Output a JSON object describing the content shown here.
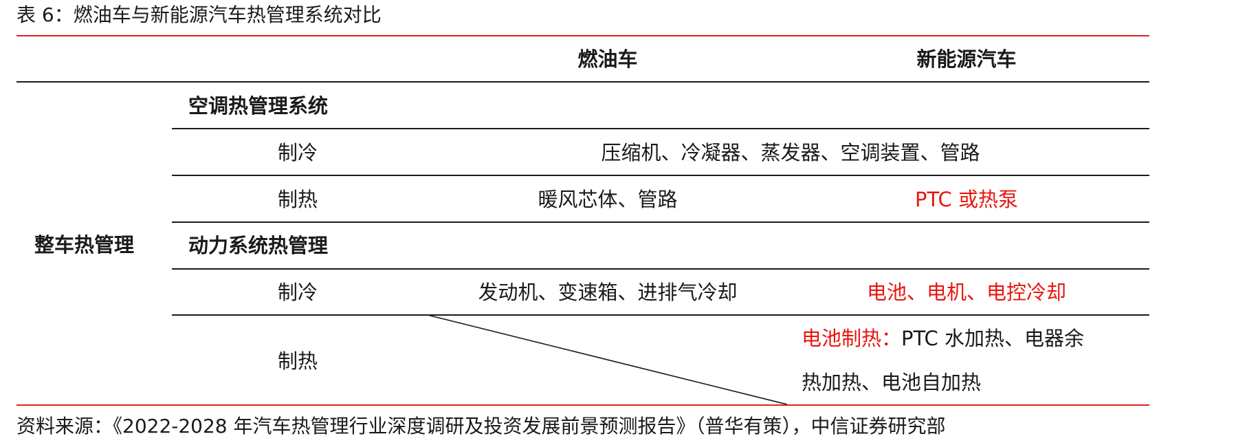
{
  "title": "表 6：燃油车与新能源汽车热管理系统对比",
  "header": {
    "col_fuel": "燃油车",
    "col_nev": "新能源汽车"
  },
  "row_header": "整车热管理",
  "sections": [
    {
      "label": "空调热管理系统",
      "rows": [
        {
          "label": "制冷",
          "merged": "压缩机、冷凝器、蒸发器、空调装置、管路"
        },
        {
          "label": "制热",
          "fuel": "暖风芯体、管路",
          "nev": "PTC 或热泵"
        }
      ]
    },
    {
      "label": "动力系统热管理",
      "rows": [
        {
          "label": "制冷",
          "fuel": "发动机、变速箱、进排气冷却",
          "nev": "电池、电机、电控冷却"
        },
        {
          "label": "制热",
          "fuel": "",
          "nev_highlight": "电池制热：",
          "nev_line1": "PTC 水加热、电器余",
          "nev_line2": "热加热、电池自加热"
        }
      ]
    }
  ],
  "source": "资料来源：《2022-2028 年汽车热管理行业深度调研及投资发展前景预测报告》（普华有策），中信证券研究部",
  "colors": {
    "rule_red": "#d9241c",
    "highlight_red": "#e8150e",
    "text": "#1a1a1a"
  }
}
